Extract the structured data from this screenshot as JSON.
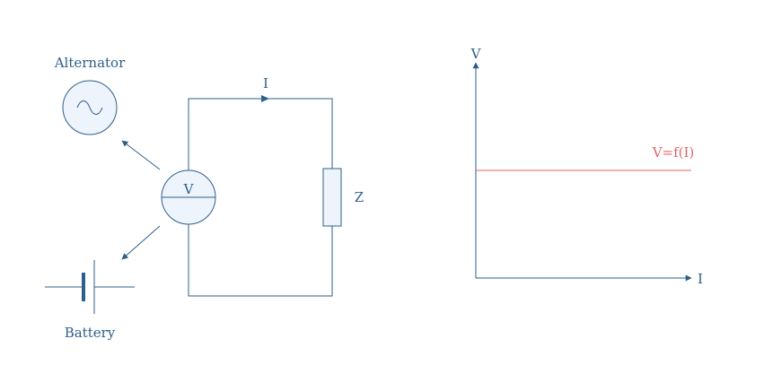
{
  "labels": {
    "alternator": "Alternator",
    "battery": "Battery",
    "current": "I",
    "voltage_source": "V",
    "impedance": "Z"
  },
  "graph": {
    "y_axis_label": "V",
    "x_axis_label": "I",
    "curve_label": "V=f(I)"
  },
  "colors": {
    "stroke": "#2e5f8a",
    "fill": "#eef4fb",
    "curve": "#e06666",
    "background": "#ffffff"
  },
  "icons": {
    "alternator": "sine-wave-icon",
    "battery": "battery-cell-icon"
  }
}
